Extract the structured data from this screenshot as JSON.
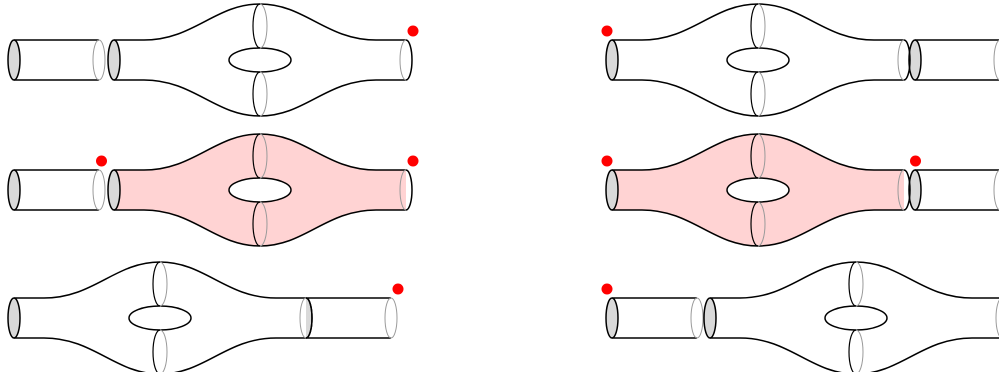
{
  "colors": {
    "stroke": "#000000",
    "cap_fill": "#d9d9d9",
    "thin_line": "#9a9a9a",
    "highlight_fill": "#ffd3d3",
    "marker": "#ff0000",
    "background": "#ffffff"
  },
  "panels": [
    {
      "id": "top-left",
      "cylinder_side": "left",
      "highlighted": false,
      "markers": [
        "right"
      ]
    },
    {
      "id": "middle-left",
      "cylinder_side": "left",
      "highlighted": true,
      "markers": [
        "between",
        "right"
      ]
    },
    {
      "id": "bottom-left",
      "cylinder_side": "right",
      "highlighted": false,
      "markers": [
        "right"
      ]
    },
    {
      "id": "top-right",
      "cylinder_side": "right",
      "highlighted": false,
      "markers": [
        "left"
      ]
    },
    {
      "id": "middle-right",
      "cylinder_side": "right",
      "highlighted": true,
      "markers": [
        "left",
        "between"
      ]
    },
    {
      "id": "bottom-right",
      "cylinder_side": "left",
      "highlighted": false,
      "markers": [
        "left"
      ]
    }
  ]
}
